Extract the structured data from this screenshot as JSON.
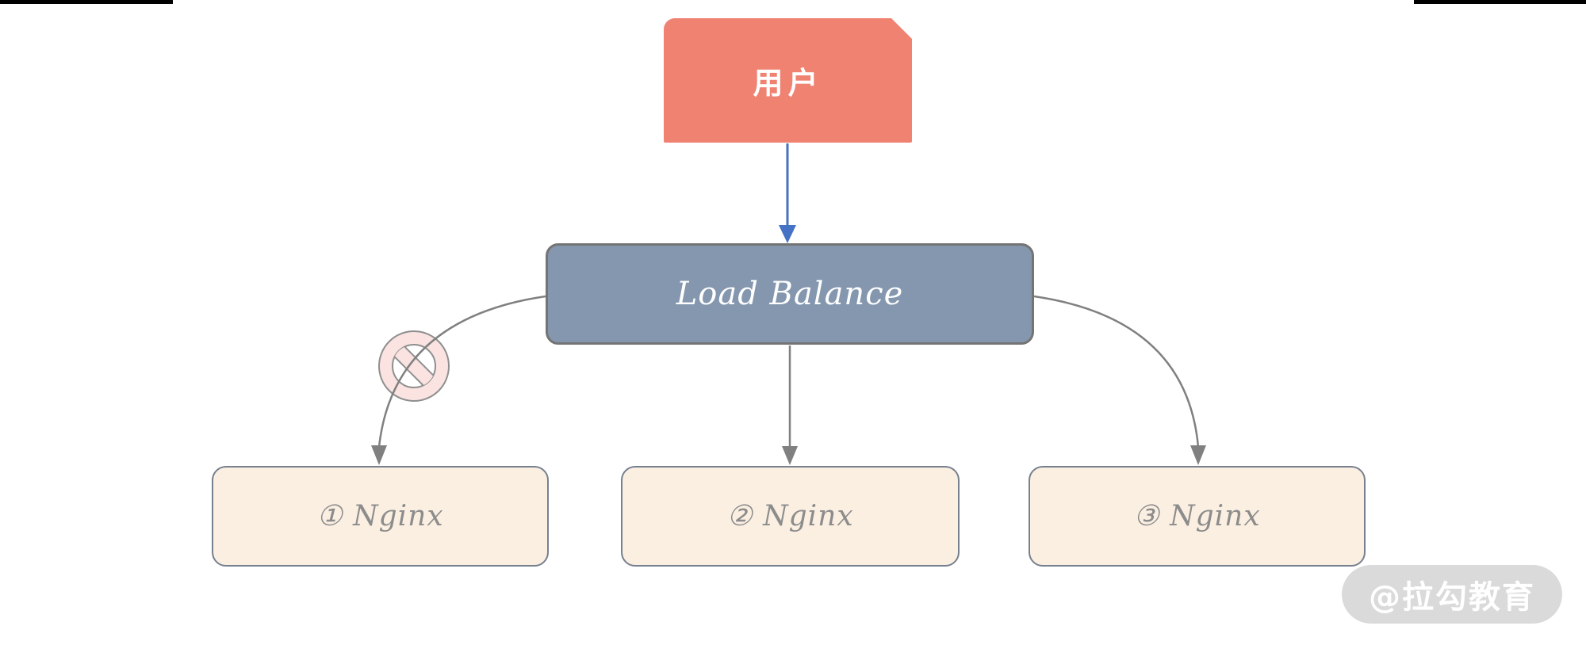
{
  "diagram": {
    "nodes": {
      "user": {
        "label": "用户",
        "fill": "#F08272",
        "text_color": "#FFFFFF"
      },
      "load_balance": {
        "label": "Load Balance",
        "fill": "#8497AF",
        "border_color": "#747474",
        "text_color": "#FFFFFF"
      },
      "nginx": [
        {
          "label": "① Nginx"
        },
        {
          "label": "② Nginx"
        },
        {
          "label": "③ Nginx"
        }
      ],
      "nginx_style": {
        "fill": "#FBEFE2",
        "border_color": "#76808F",
        "text_color": "#8C8C8C"
      }
    },
    "connectors": {
      "user_to_load_balance_color": "#4472C4",
      "load_balance_to_nginx_color": "#808080",
      "blocked_branch": "load_balance_to_nginx_1"
    },
    "no_entry_icon": {
      "name": "no-entry-icon",
      "fill": "#FAE3E1",
      "stroke": "#8F8F8F"
    },
    "watermark": {
      "label": "@拉勾教育",
      "fill": "#DADADA",
      "text_color": "#FFFFFF"
    },
    "decorations": {
      "top_bar_color": "#000000"
    }
  }
}
